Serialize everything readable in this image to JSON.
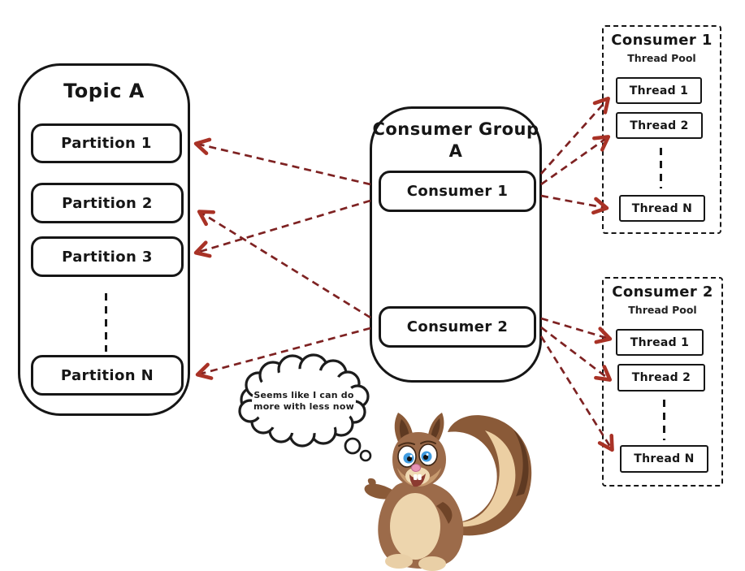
{
  "diagram": {
    "topic": {
      "title": "Topic A",
      "partitions": [
        "Partition 1",
        "Partition 2",
        "Partition 3",
        "Partition N"
      ]
    },
    "consumer_group": {
      "title": "Consumer Group",
      "title_line2": "A",
      "consumers": [
        "Consumer 1",
        "Consumer 2"
      ]
    },
    "thread_pools": [
      {
        "title": "Consumer 1",
        "subtitle": "Thread Pool",
        "threads": [
          "Thread 1",
          "Thread 2",
          "Thread N"
        ]
      },
      {
        "title": "Consumer 2",
        "subtitle": "Thread Pool",
        "threads": [
          "Thread 1",
          "Thread 2",
          "Thread N"
        ]
      }
    ],
    "thought_bubble": {
      "lines": [
        "Seems like I can do",
        "more with less now"
      ]
    },
    "connections": {
      "style": "dashed-arrow",
      "partition_assignments": [
        {
          "from": "Consumer 1",
          "to": "Partition 1"
        },
        {
          "from": "Consumer 1",
          "to": "Partition 3"
        },
        {
          "from": "Consumer 2",
          "to": "Partition 2"
        },
        {
          "from": "Consumer 2",
          "to": "Partition N"
        }
      ],
      "thread_dispatch": [
        {
          "from": "Consumer 1",
          "to": "Consumer 1 Thread Pool / Thread 1"
        },
        {
          "from": "Consumer 1",
          "to": "Consumer 1 Thread Pool / Thread 2"
        },
        {
          "from": "Consumer 1",
          "to": "Consumer 1 Thread Pool / Thread N"
        },
        {
          "from": "Consumer 2",
          "to": "Consumer 2 Thread Pool / Thread 1"
        },
        {
          "from": "Consumer 2",
          "to": "Consumer 2 Thread Pool / Thread 2"
        },
        {
          "from": "Consumer 2",
          "to": "Consumer 2 Thread Pool / Thread N"
        }
      ]
    },
    "colors": {
      "background": "#ffffff",
      "outline": "#161616",
      "arrow_line": "#7e2222",
      "arrow_head": "#a93226"
    }
  }
}
